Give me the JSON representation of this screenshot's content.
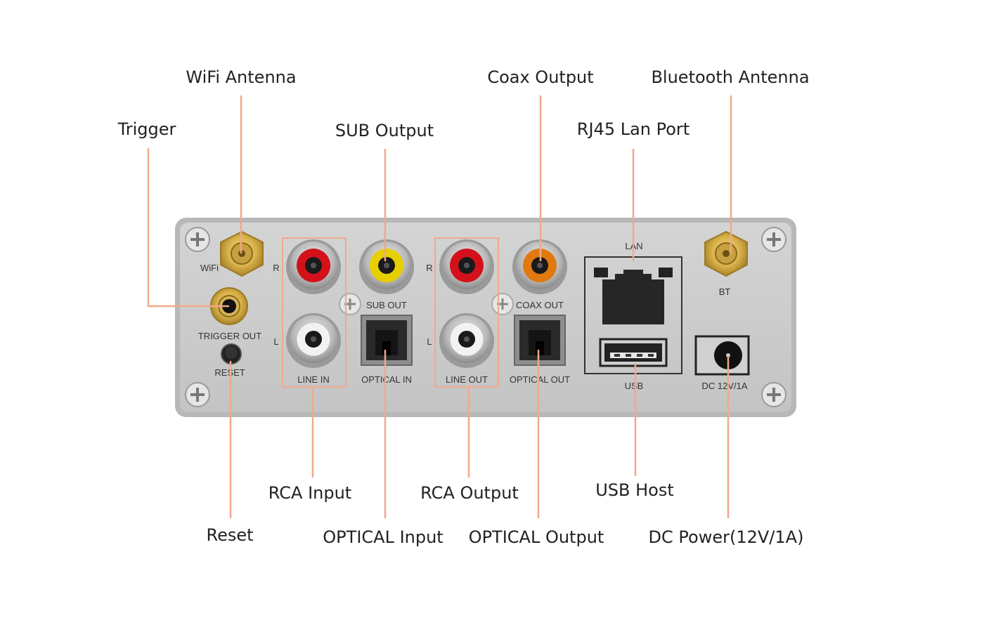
{
  "callouts": {
    "wifi_antenna": "WiFi Antenna",
    "trigger": "Trigger",
    "sub_output": "SUB Output",
    "coax_output": "Coax Output",
    "bluetooth_antenna": "Bluetooth Antenna",
    "rj45_lan_port": "RJ45 Lan Port",
    "rca_input": "RCA Input",
    "reset": "Reset",
    "optical_input": "OPTICAL Input",
    "rca_output": "RCA Output",
    "optical_output": "OPTICAL Output",
    "usb_host": "USB Host",
    "dc_power": "DC Power(12V/1A)"
  },
  "panel_labels": {
    "wifi": "WiFi",
    "r_in": "R",
    "l_in": "L",
    "r_out": "R",
    "l_out": "L",
    "trigger_out": "TRIGGER OUT",
    "reset": "RESET",
    "line_in": "LINE IN",
    "sub_out": "SUB OUT",
    "optical_in": "OPTICAL IN",
    "line_out": "LINE OUT",
    "coax_out": "COAX OUT",
    "optical_out": "OPTICAL OUT",
    "lan": "LAN",
    "usb": "USB",
    "bt": "BT",
    "dc": "DC 12V/1A"
  },
  "colors": {
    "leader_line": "#f0a98a",
    "panel": "#c9c9c9",
    "rca_red": "#d4111b",
    "rca_yellow": "#e8cf00",
    "rca_orange": "#e07a10",
    "gold": "#d9b24a"
  }
}
